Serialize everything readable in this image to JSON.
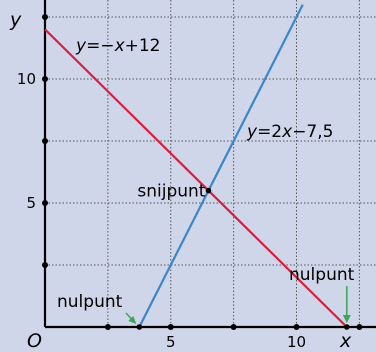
{
  "chart_data": {
    "type": "line",
    "xlim": [
      0,
      13.5
    ],
    "ylim": [
      0,
      13.2
    ],
    "x_grid_step": 2.5,
    "y_grid_step": 2.5,
    "grid": true,
    "xticks": [
      5,
      10
    ],
    "yticks": [
      5,
      10
    ],
    "origin_label": "O",
    "xlabel": "x",
    "ylabel": "y",
    "colors": {
      "background": "#cfd6ea",
      "line1": "#d81e3c",
      "line2": "#3a86c8",
      "axis": "#000000",
      "grid": "#555555",
      "arrow": "#3aa657"
    },
    "series": [
      {
        "id": "line1",
        "name": "y=−x+12",
        "equation_prefix": "y",
        "equation_var": "x",
        "equation_rest": "+12",
        "equation_sign": "=−",
        "slope": -1,
        "intercept": 12,
        "x": [
          0,
          12
        ],
        "y": [
          12,
          0
        ]
      },
      {
        "id": "line2",
        "name": "y=2x−7,5",
        "equation_prefix": "y",
        "equation_var": "x",
        "equation_sign": "=2",
        "equation_rest": "−7,5",
        "slope": 2,
        "intercept": -7.5,
        "x": [
          3.75,
          10.25
        ],
        "y": [
          0,
          13
        ]
      }
    ],
    "points": [
      {
        "label": "snijpunt",
        "x": 6.5,
        "y": 5.5
      },
      {
        "label": "nulpunt",
        "x": 3.75,
        "y": 0
      },
      {
        "label": "nulpunt",
        "x": 12,
        "y": 0
      }
    ]
  }
}
